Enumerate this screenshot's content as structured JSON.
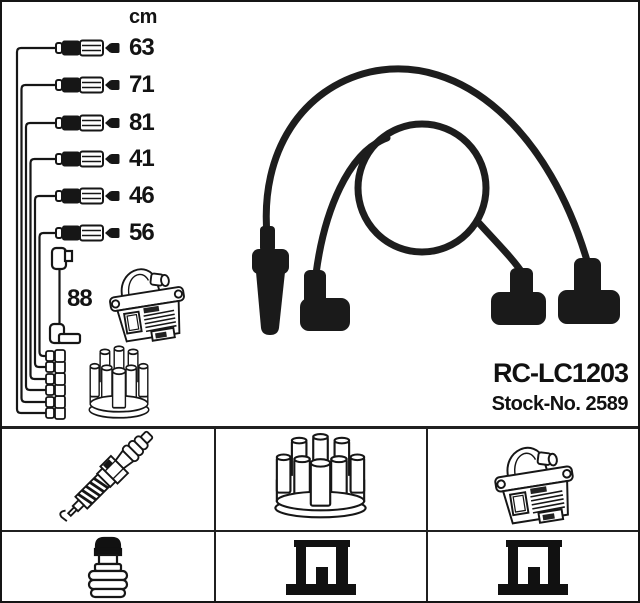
{
  "colors": {
    "ink": "#161616",
    "photo_line": "#1d1d1d",
    "paper": "#ffffff"
  },
  "top_section": {
    "schematic": {
      "unit_label": "cm",
      "cable_lengths": [
        "63",
        "71",
        "81",
        "41",
        "46",
        "56"
      ],
      "coil_cable_length": "88",
      "icons": {
        "cable_end": "cable-connector-icon",
        "coil_wire": "coil-wire-icon",
        "ignition_coil": "ignition-coil-icon",
        "distributor_cap": "distributor-cap-icon",
        "plug_terminals": "plug-terminal-icon"
      }
    },
    "photo": {
      "icon": "ignition-cable-set-photo"
    },
    "part": {
      "code": "RC-LC1203",
      "stock_line": "Stock-No. 2589"
    }
  },
  "legend": {
    "cells": [
      {
        "icon": "spark-plug-icon"
      },
      {
        "icon": "distributor-cap-icon"
      },
      {
        "icon": "ignition-coil-icon"
      },
      {
        "icon": "spark-plug-boot-icon"
      },
      {
        "icon": "din-terminal-icon"
      },
      {
        "icon": "din-terminal-icon"
      }
    ]
  }
}
